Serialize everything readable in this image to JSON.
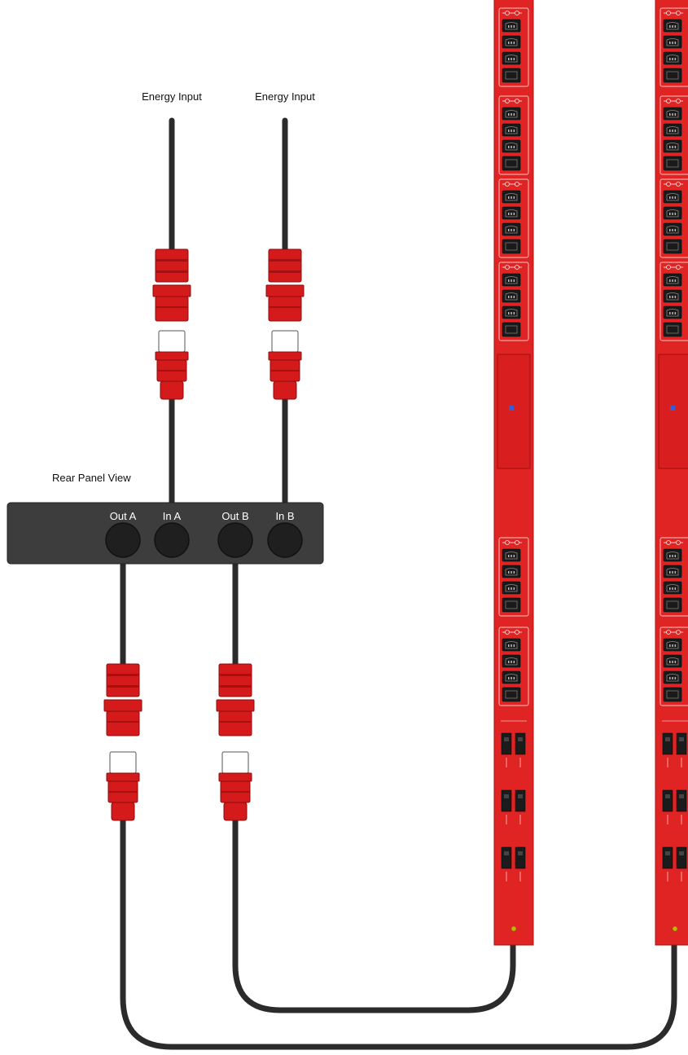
{
  "diagram": {
    "energy_inputs": [
      {
        "label": "Energy Input"
      },
      {
        "label": "Energy Input"
      }
    ],
    "rear_panel": {
      "title": "Rear Panel View",
      "ports": [
        {
          "label": "Out A"
        },
        {
          "label": "In A"
        },
        {
          "label": "Out B"
        },
        {
          "label": "In B"
        }
      ]
    },
    "pdu_count": 2,
    "outlet_groups_per_pdu": 6,
    "outlets_per_group": 4,
    "breakers_per_pdu": 3,
    "colors": {
      "pdu_red": "#e02424",
      "plug_red": "#d41a1a",
      "cable": "#2b2b2b",
      "panel": "#3d3d3d",
      "outlet": "#1a1a1a"
    }
  }
}
